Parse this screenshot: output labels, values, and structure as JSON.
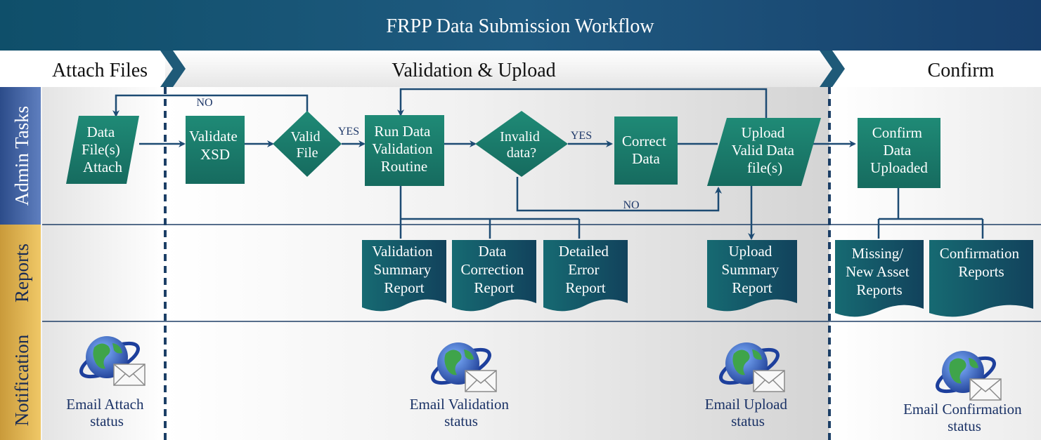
{
  "title": "FRPP Data Submission Workflow",
  "phases": {
    "attach": "Attach Files",
    "validation": "Validation & Upload",
    "confirm": "Confirm"
  },
  "lanes": {
    "admin": "Admin Tasks",
    "reports": "Reports",
    "notification": "Notification"
  },
  "steps": {
    "data_attach": [
      "Data",
      "File(s)",
      "Attach"
    ],
    "validate_xsd": [
      "Validate",
      "XSD"
    ],
    "valid_file": [
      "Valid",
      "File"
    ],
    "run_validation": [
      "Run Data",
      "Validation",
      "Routine"
    ],
    "invalid_data": [
      "Invalid",
      "data?"
    ],
    "correct_data": [
      "Correct",
      "Data"
    ],
    "upload_valid": [
      "Upload",
      "Valid Data",
      "file(s)"
    ],
    "confirm_uploaded": [
      "Confirm",
      "Data",
      "Uploaded"
    ]
  },
  "edge_labels": {
    "no_top": "NO",
    "yes_valid": "YES",
    "yes_invalid": "YES",
    "no_bottom": "NO"
  },
  "reports": {
    "validation_summary": [
      "Validation",
      "Summary",
      "Report"
    ],
    "data_correction": [
      "Data",
      "Correction",
      "Report"
    ],
    "detailed_error": [
      "Detailed",
      "Error",
      "Report"
    ],
    "upload_summary": [
      "Upload",
      "Summary",
      "Report"
    ],
    "missing_new_asset": [
      "Missing/",
      "New Asset",
      "Reports"
    ],
    "confirmation": [
      "Confirmation",
      "Reports"
    ]
  },
  "notifications": {
    "attach": [
      "Email Attach",
      "status"
    ],
    "validation": [
      "Email Validation",
      "status"
    ],
    "upload": [
      "Email Upload",
      "status"
    ],
    "confirmation": [
      "Email Confirmation",
      "status"
    ]
  },
  "colors": {
    "title_bar": "#1f5a78",
    "title_bar_dark": "#173f60",
    "step_fill": "#1a7c6c",
    "report_fill": "#144f63",
    "arrow": "#1d4b73",
    "lane_admin": "#3f61a0",
    "lane_reports": "#d9a94a",
    "lane_notification": "#e2b64c",
    "divider": "#1c3f66"
  },
  "icon_names": [
    "globe-envelope-icon"
  ]
}
